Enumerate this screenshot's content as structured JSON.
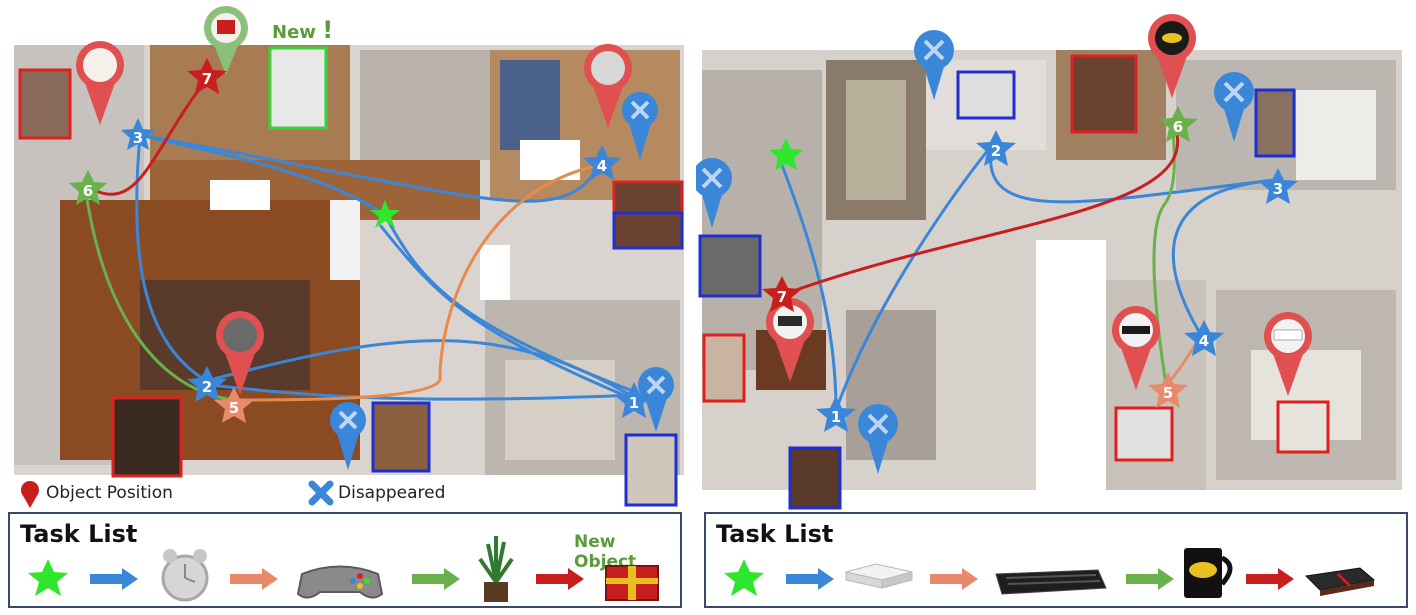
{
  "left_panel": {
    "new_label": "New",
    "new_mark": "!",
    "waypoints": [
      "1",
      "2",
      "3",
      "4",
      "5",
      "6",
      "7"
    ],
    "legend": {
      "object_position": "Object Position",
      "disappeared": "Disappeared"
    },
    "task_list": {
      "title": "Task List",
      "new_object_label": "New Object",
      "items": [
        "start-star-icon",
        "alarm-clock-icon",
        "gamepad-icon",
        "potted-plant-icon",
        "gift-box-icon"
      ]
    }
  },
  "right_panel": {
    "waypoints": [
      "1",
      "2",
      "3",
      "4",
      "5",
      "6",
      "7"
    ],
    "task_list": {
      "title": "Task List",
      "items": [
        "start-star-icon",
        "white-box-icon",
        "keyboard-icon",
        "batman-mug-icon",
        "notebook-icon"
      ]
    }
  },
  "colors": {
    "blue_path": "#3a86d8",
    "orange_path": "#e88a4a",
    "green_path": "#6ab04c",
    "red_path": "#c81e1e",
    "start_star": "#2ee62e",
    "frame_red": "#e02020",
    "frame_blue": "#1f2fd0",
    "frame_green": "#3ad23a"
  }
}
